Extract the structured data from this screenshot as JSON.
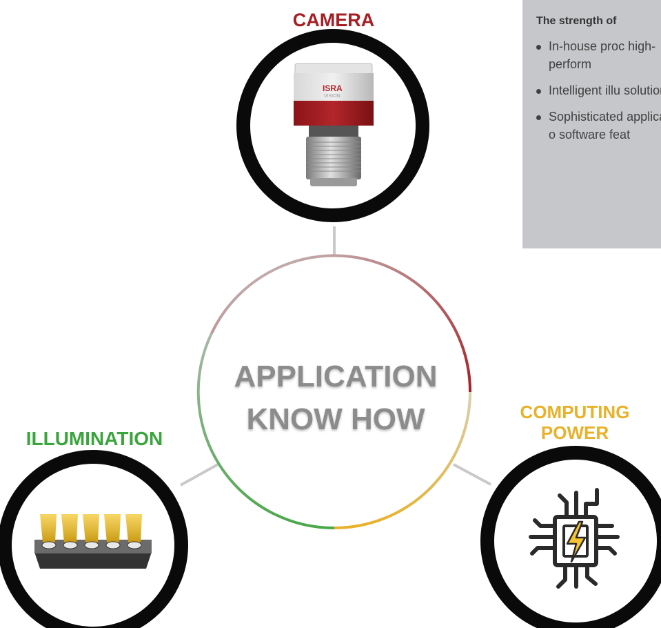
{
  "center": {
    "line1": "APPLICATION",
    "line2": "KNOW HOW"
  },
  "nodes": {
    "camera": {
      "label": "CAMERA",
      "color": "#a61f24",
      "icon": "camera-icon",
      "brand_text": "ISRA",
      "brand_sub": "VISION"
    },
    "illumination": {
      "label": "ILLUMINATION",
      "color": "#3aa53c",
      "icon": "light-bar-icon"
    },
    "computing": {
      "label_line1": "COMPUTING",
      "label_line2": "POWER",
      "color": "#e8b12a",
      "icon": "processor-chip-icon"
    }
  },
  "info_panel": {
    "title": "The strength of",
    "items": [
      {
        "text": "In-house proc high-perform"
      },
      {
        "text": "Intelligent illu solutions"
      },
      {
        "text": "Sophisticated application-o software feat"
      }
    ]
  },
  "colors": {
    "ring": "#0a0a0a",
    "connector": "#c9c9c9",
    "panel_bg": "#c6c7ca",
    "center_text": "#8c8c8c"
  }
}
